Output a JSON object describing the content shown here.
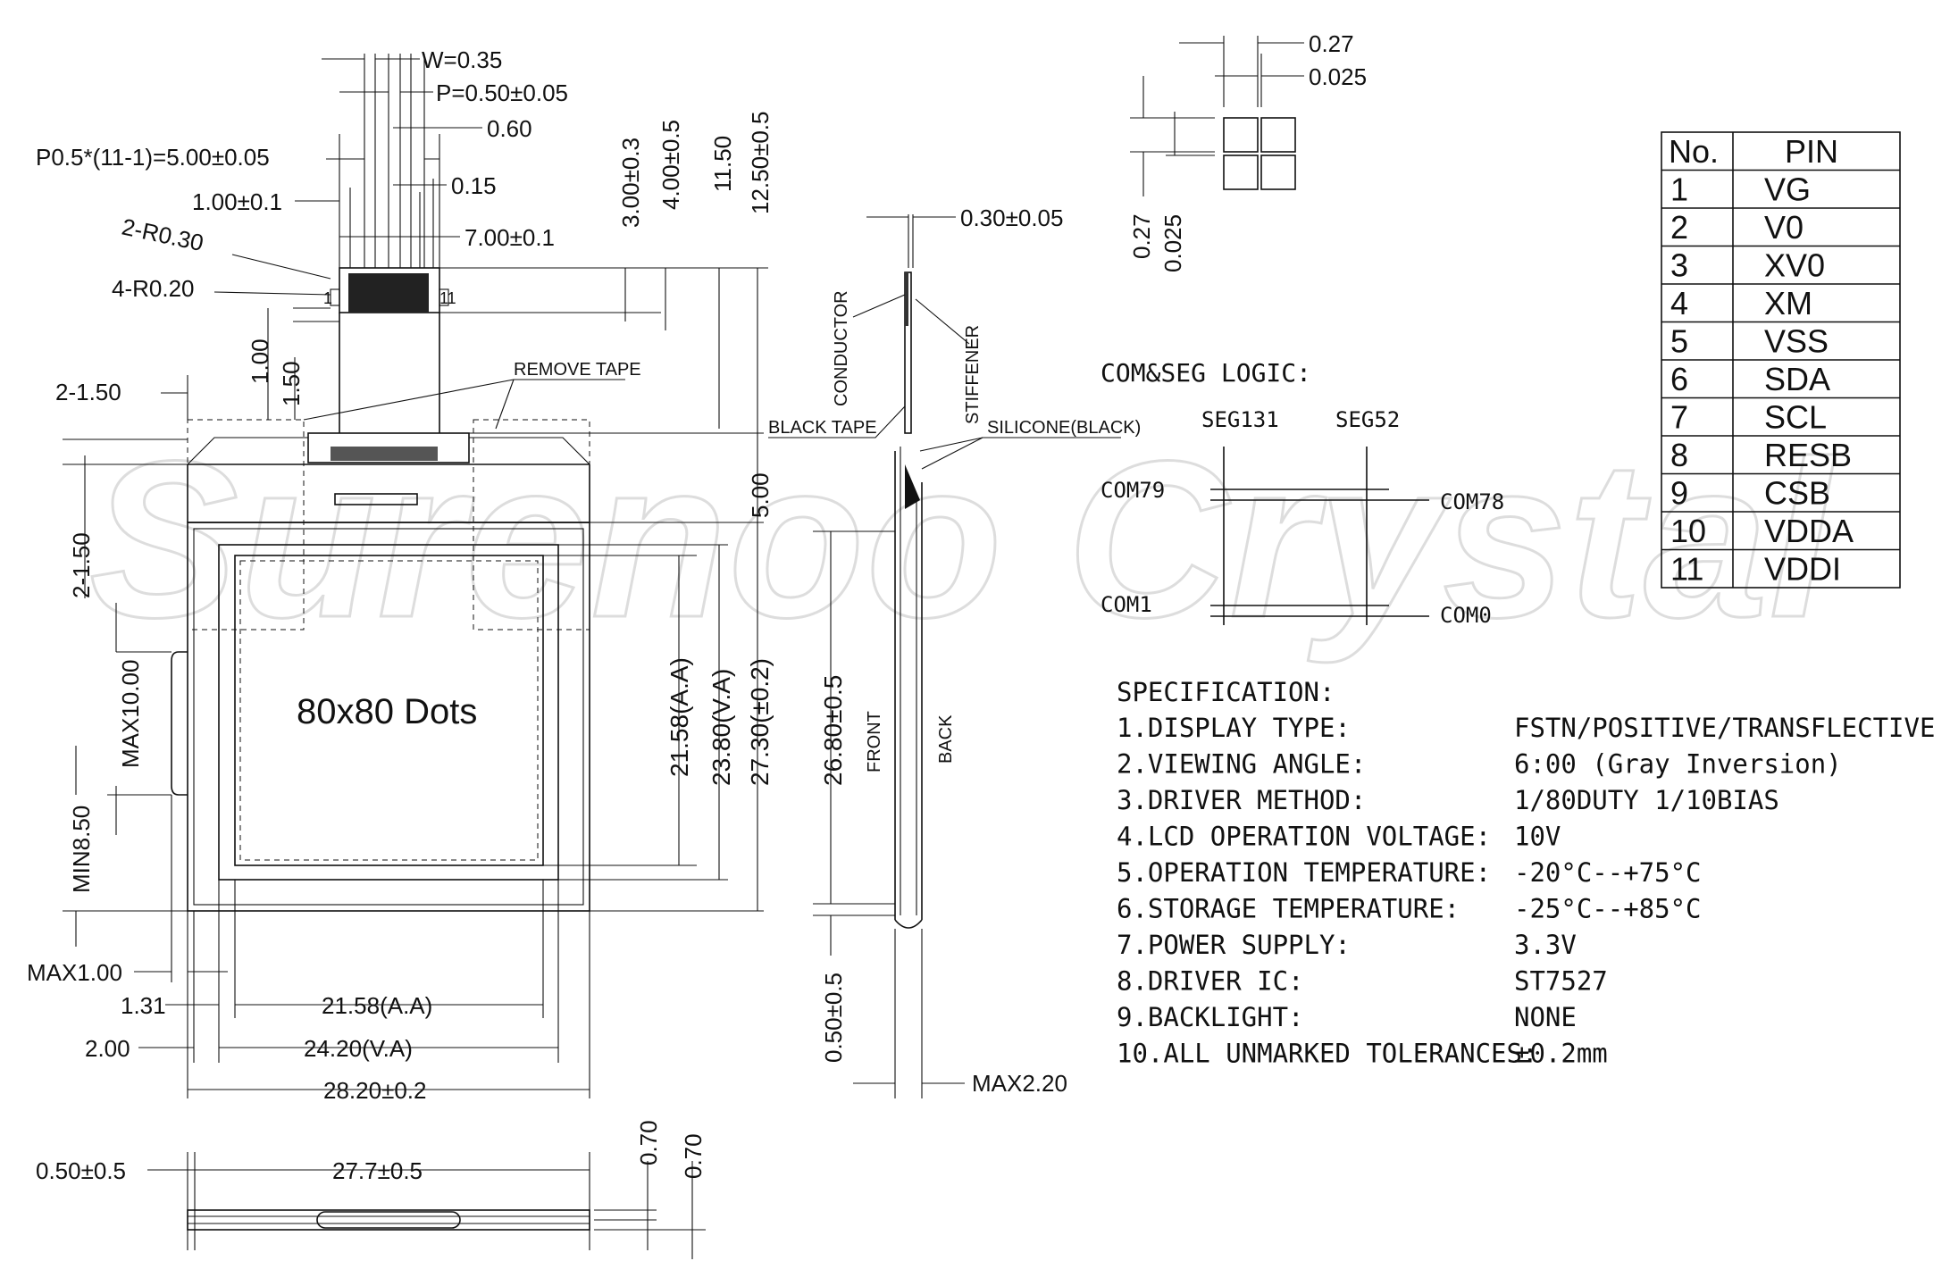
{
  "watermark": "Surenoo Crystal",
  "dims": {
    "w": "W=0.35",
    "p": "P=0.50±0.05",
    "d060": "0.60",
    "pitch_formula": "P0.5*(11-1)=5.00±0.05",
    "d015": "0.15",
    "d100_01": "1.00±0.1",
    "d700_01": "7.00±0.1",
    "r030": "2-R0.30",
    "r020": "4-R0.20",
    "pin1": "1",
    "pin11": "11",
    "v100": "1.00",
    "v150": "1.50",
    "d2_150a": "2-1.50",
    "d2_150b": "2-1.50",
    "remove_tape": "REMOVE TAPE",
    "v300": "3.00±0.3",
    "v400": "4.00±0.5",
    "v1150": "11.50",
    "v1250": "12.50±0.5",
    "v500": "5.00",
    "aa_v": "21.58(A.A)",
    "va_v": "23.80(V.A)",
    "total_v": "27.30(±0.2)",
    "max1000": "MAX10.00",
    "min850": "MIN8.50",
    "max100": "MAX1.00",
    "d131": "1.31",
    "d200": "2.00",
    "aa_h": "21.58(A.A)",
    "va_h": "24.20(V.A)",
    "total_h": "28.20±0.2",
    "dots": "80x80 Dots",
    "b050": "0.50±0.5",
    "b277": "27.7±0.5",
    "b070a": "0.70",
    "b070b": "0.70"
  },
  "side_view": {
    "thickness": "0.30±0.05",
    "conductor": "CONDUCTOR",
    "stiffener": "STIFFENER",
    "black_tape": "BLACK TAPE",
    "silicone": "SILICONE(BLACK)",
    "height": "26.80±0.5",
    "front": "FRONT",
    "back": "BACK",
    "bottom": "0.50±0.5",
    "max220": "MAX2.20"
  },
  "dot_detail": {
    "h027": "0.27",
    "h0025": "0.025",
    "v027": "0.27",
    "v0025": "0.025"
  },
  "logic": {
    "title": "COM&SEG LOGIC:",
    "seg131": "SEG131",
    "seg52": "SEG52",
    "com79": "COM79",
    "com78": "COM78",
    "com1": "COM1",
    "com0": "COM0"
  },
  "pin_table": {
    "header_no": "No.",
    "header_pin": "PIN",
    "rows": [
      {
        "no": "1",
        "pin": "VG"
      },
      {
        "no": "2",
        "pin": "V0"
      },
      {
        "no": "3",
        "pin": "XV0"
      },
      {
        "no": "4",
        "pin": "XM"
      },
      {
        "no": "5",
        "pin": "VSS"
      },
      {
        "no": "6",
        "pin": "SDA"
      },
      {
        "no": "7",
        "pin": "SCL"
      },
      {
        "no": "8",
        "pin": "RESB"
      },
      {
        "no": "9",
        "pin": "CSB"
      },
      {
        "no": "10",
        "pin": "VDDA"
      },
      {
        "no": "11",
        "pin": "VDDI"
      }
    ]
  },
  "spec": {
    "title": "SPECIFICATION:",
    "items": [
      {
        "label": "1.DISPLAY TYPE:",
        "value": "FSTN/POSITIVE/TRANSFLECTIVE"
      },
      {
        "label": "2.VIEWING ANGLE:",
        "value": "6:00 (Gray Inversion)"
      },
      {
        "label": "3.DRIVER METHOD:",
        "value": "1/80DUTY   1/10BIAS"
      },
      {
        "label": "4.LCD OPERATION VOLTAGE:",
        "value": "10V"
      },
      {
        "label": "5.OPERATION TEMPERATURE:",
        "value": "-20°C--+75°C"
      },
      {
        "label": "6.STORAGE TEMPERATURE:",
        "value": "-25°C--+85°C"
      },
      {
        "label": "7.POWER SUPPLY:",
        "value": "3.3V"
      },
      {
        "label": "8.DRIVER IC:",
        "value": "ST7527"
      },
      {
        "label": "9.BACKLIGHT:",
        "value": "NONE"
      },
      {
        "label": "10.ALL UNMARKED TOLERANCES:",
        "value": "±0.2mm"
      }
    ]
  }
}
